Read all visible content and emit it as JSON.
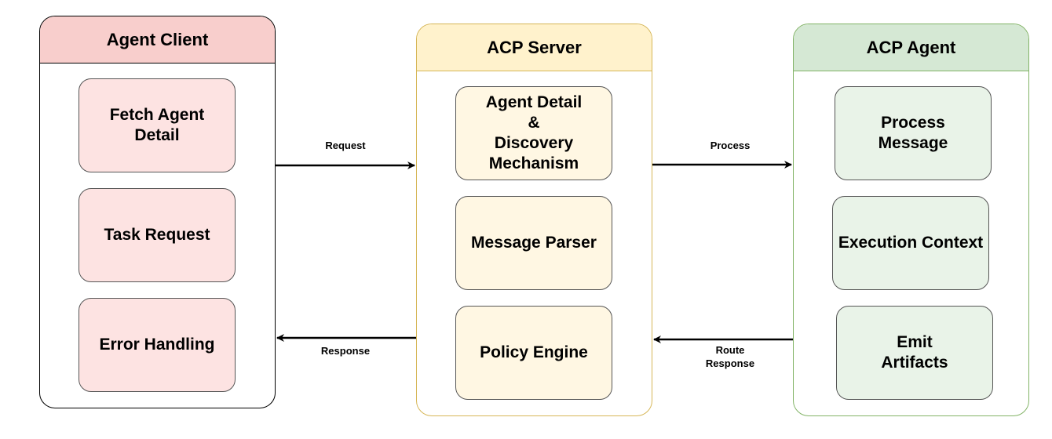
{
  "columns": {
    "client": {
      "title": "Agent Client",
      "boxes": [
        "Fetch Agent\nDetail",
        "Task Request",
        "Error Handling"
      ]
    },
    "server": {
      "title": "ACP Server",
      "boxes": [
        "Agent Detail\n&\nDiscovery\nMechanism",
        "Message Parser",
        "Policy Engine"
      ]
    },
    "agent": {
      "title": "ACP Agent",
      "boxes": [
        "Process\nMessage",
        "Execution Context",
        "Emit\nArtifacts"
      ]
    }
  },
  "arrows": {
    "request": "Request",
    "process": "Process",
    "response": "Response",
    "route_response": "Route\nResponse"
  },
  "colors": {
    "client_header": "#f8cecc",
    "client_box": "#fde3e2",
    "server_header": "#fff2cc",
    "server_box": "#fff7e3",
    "server_border": "#d6b656",
    "agent_header": "#d5e8d4",
    "agent_box": "#e9f3e8",
    "agent_border": "#82b366"
  }
}
